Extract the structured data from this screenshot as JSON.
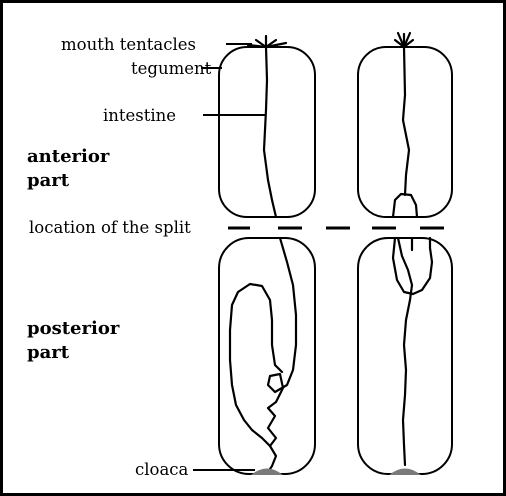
{
  "labels": {
    "mouth_tentacles": "mouth tentacles",
    "tegument": "tegument",
    "intestine": "intestine",
    "anterior_line1": "anterior",
    "anterior_line2": "part",
    "split": "location of the split",
    "posterior_line1": "posterior",
    "posterior_line2": "part",
    "cloaca": "cloaca"
  },
  "colors": {
    "border": "#000000",
    "outline": "#000000",
    "cloaca_fill": "#7a7a7a",
    "background": "#ffffff"
  }
}
